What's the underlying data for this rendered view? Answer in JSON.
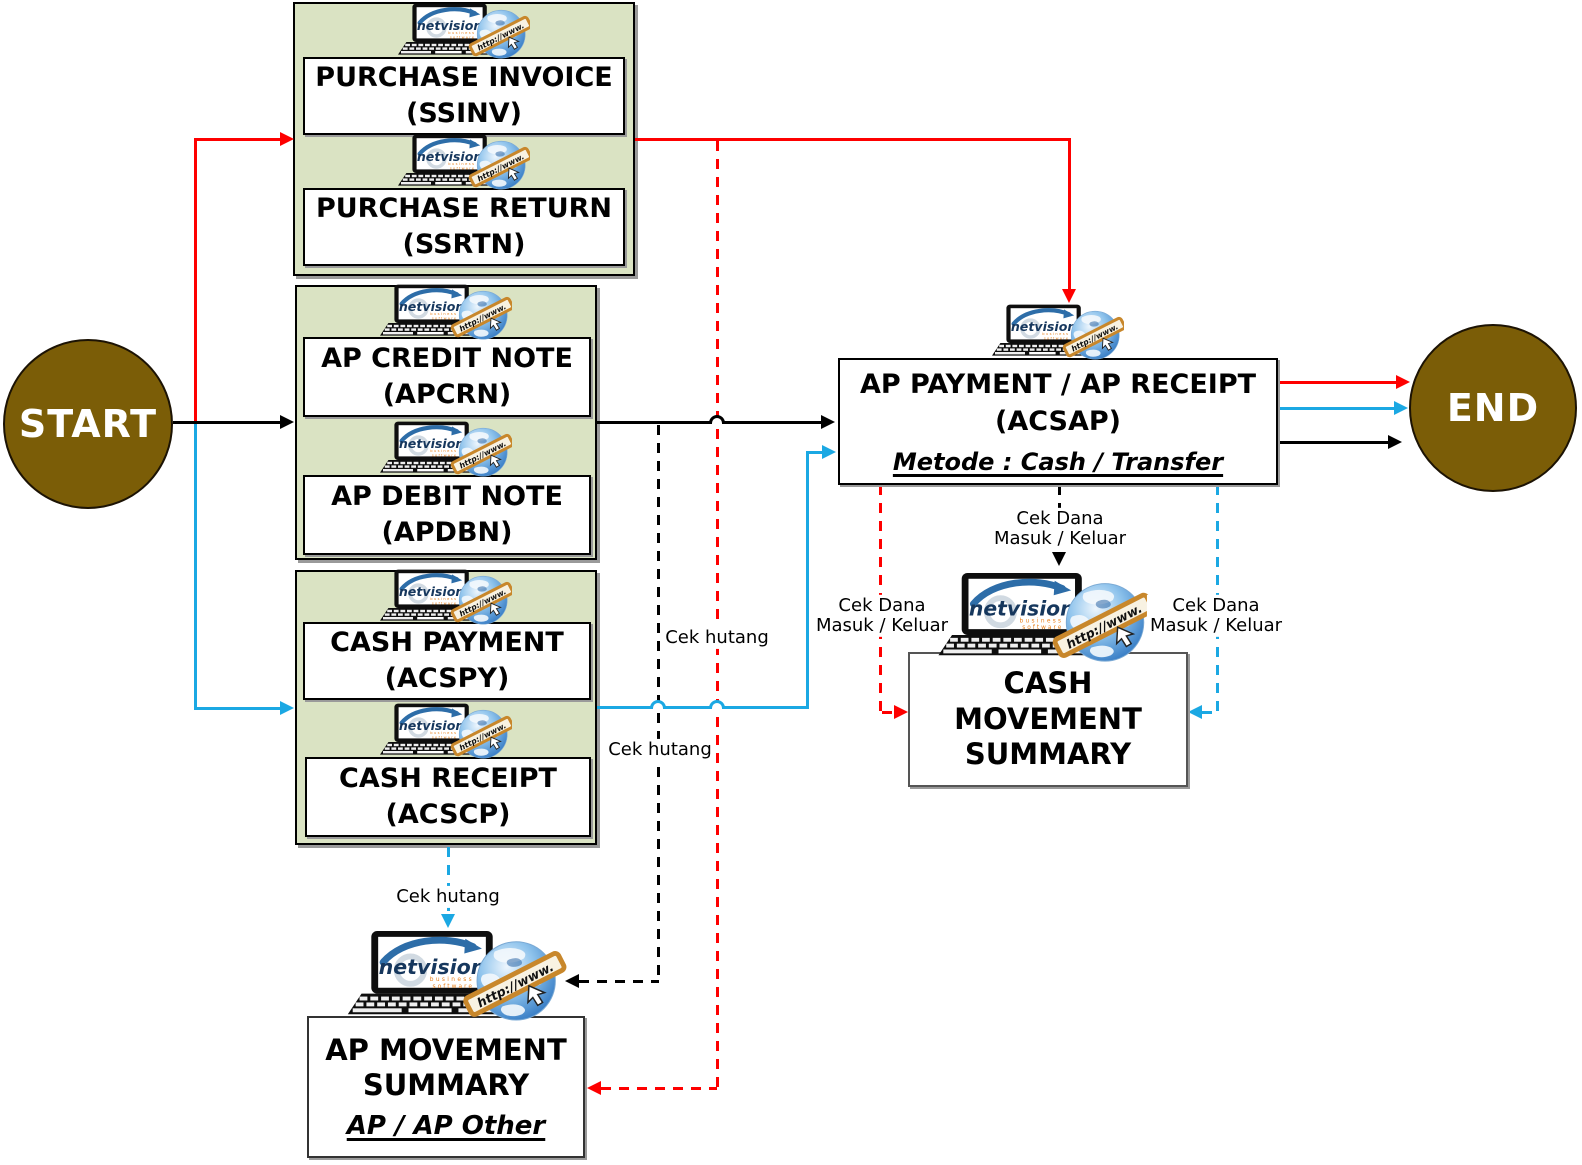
{
  "start_label": "START",
  "end_label": "END",
  "groups": [
    {
      "id": "purchase",
      "boxes": [
        {
          "title": "PURCHASE INVOICE",
          "code": "(SSINV)"
        },
        {
          "title": "PURCHASE RETURN",
          "code": "(SSRTN)"
        }
      ]
    },
    {
      "id": "ap-notes",
      "boxes": [
        {
          "title": "AP CREDIT NOTE",
          "code": "(APCRN)"
        },
        {
          "title": "AP DEBIT NOTE",
          "code": "(APDBN)"
        }
      ]
    },
    {
      "id": "cash",
      "boxes": [
        {
          "title": "CASH PAYMENT",
          "code": "(ACSPY)"
        },
        {
          "title": "CASH RECEIPT",
          "code": "(ACSCP)"
        }
      ]
    }
  ],
  "ap_payment_box": {
    "title": "AP PAYMENT / AP RECEIPT",
    "code": "(ACSAP)",
    "subtitle": "Metode : Cash / Transfer"
  },
  "cash_movement_box": {
    "lines": [
      "CASH",
      "MOVEMENT",
      "SUMMARY"
    ]
  },
  "ap_movement_box": {
    "lines": [
      "AP MOVEMENT",
      "SUMMARY"
    ],
    "subtitle": "AP / AP Other"
  },
  "labels": {
    "cek_hutang": "Cek hutang",
    "cek_dana_line1": "Cek Dana",
    "cek_dana_line2": "Masuk / Keluar"
  },
  "logo": {
    "brand": "netvision",
    "tagline1": "business",
    "tagline2": "software",
    "url": "http://www."
  },
  "colors": {
    "red": "#fe0000",
    "blue": "#1ba8e3",
    "black": "#000000",
    "terminal_fill": "#7b5d07",
    "group_fill": "#dae3c3"
  }
}
